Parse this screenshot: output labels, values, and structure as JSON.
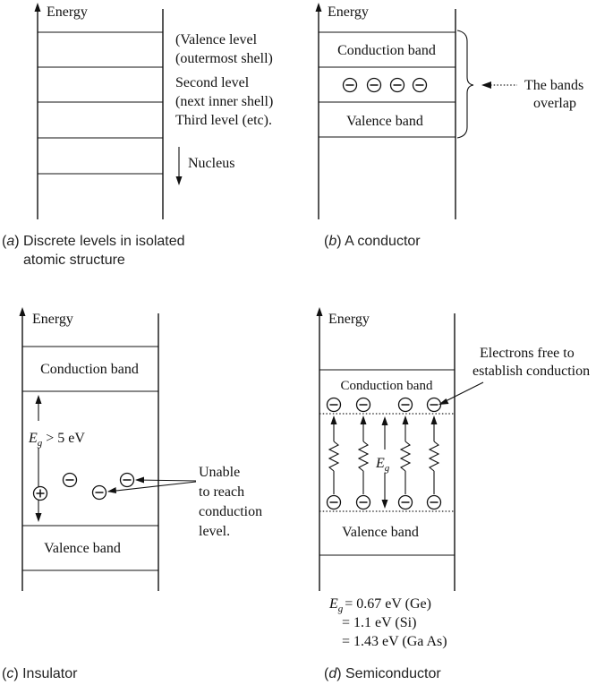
{
  "panel_a": {
    "energy": "Energy",
    "valence_1": "(Valence level",
    "valence_2": "(outermost shell)",
    "second_1": "Second level",
    "second_2": "(next inner shell)",
    "third": "Third level (etc).",
    "nucleus": "Nucleus",
    "caption_letter": "a",
    "caption_1": " Discrete levels in isolated",
    "caption_2": "atomic structure"
  },
  "panel_b": {
    "energy": "Energy",
    "conduction": "Conduction band",
    "valence": "Valence band",
    "overlap_1": "The bands",
    "overlap_2": "overlap",
    "caption_letter": "b",
    "caption": " A conductor"
  },
  "panel_c": {
    "energy": "Energy",
    "conduction": "Conduction band",
    "valence": "Valence band",
    "eg_symbol": "E",
    "eg_sub": "g",
    "eg_rest": " > 5 eV",
    "unable_1": "Unable",
    "unable_2": "to reach",
    "unable_3": "conduction",
    "unable_4": "level.",
    "caption_letter": "c",
    "caption": " Insulator"
  },
  "panel_d": {
    "energy": "Energy",
    "conduction": "Conduction band",
    "valence": "Valence band",
    "free_1": "Electrons free to",
    "free_2": "establish conduction",
    "eg_symbol": "E",
    "eg_sub": "g",
    "values_1_rest": "= 0.67 eV (Ge)",
    "values_2": "= 1.1 eV (Si)",
    "values_3": "= 1.43 eV (Ga As)",
    "caption_letter": "d",
    "caption": " Semiconductor"
  }
}
